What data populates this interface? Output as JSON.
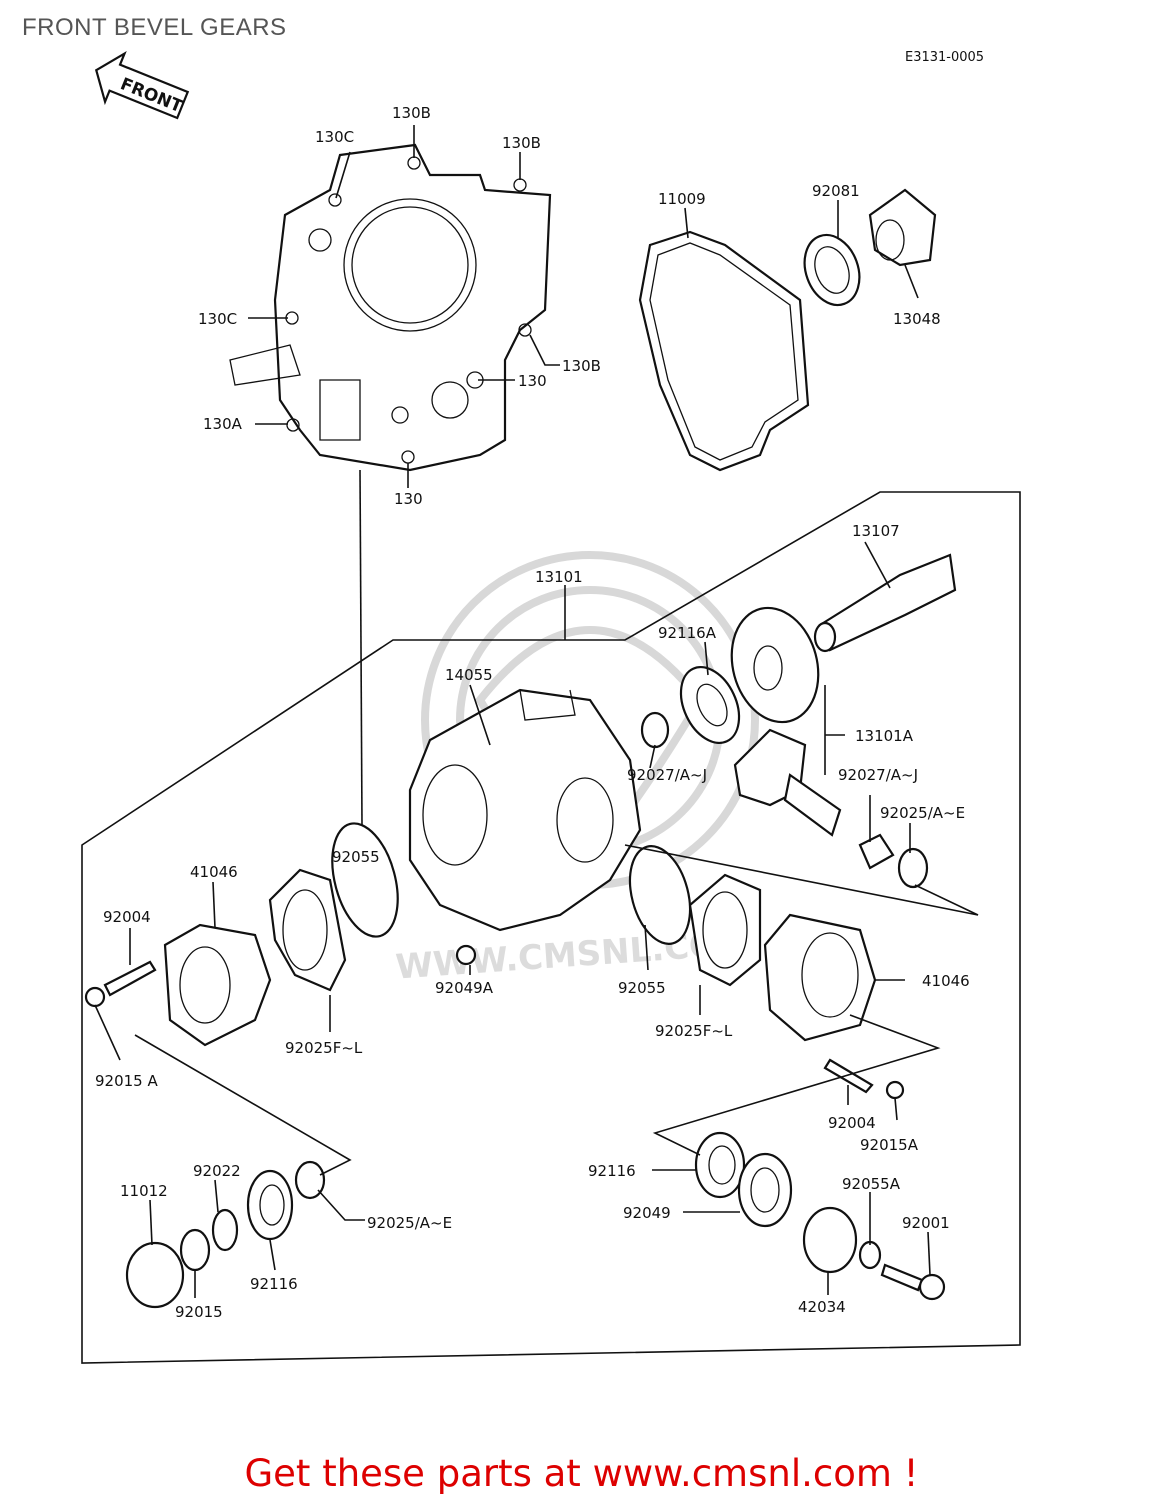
{
  "page": {
    "title": "FRONT BEVEL GEARS",
    "diagram_code": "E3131-0005",
    "front_arrow": "FRONT",
    "watermark": "WWW.CMSNL.COM",
    "cta": "Get these parts at www.cmsnl.com !"
  },
  "labels": {
    "p130B_a": "130B",
    "p130C_a": "130C",
    "p130B_b": "130B",
    "p130C_b": "130C",
    "p130B_c": "130B",
    "p130_a": "130",
    "p130A": "130A",
    "p130_b": "130",
    "p11009": "11009",
    "p92081": "92081",
    "p13048": "13048",
    "p13107": "13107",
    "p13101": "13101",
    "p92116A": "92116A",
    "p14055": "14055",
    "p13101A": "13101A",
    "p92027_a": "92027/A~J",
    "p92027_b": "92027/A~J",
    "p92025AE_a": "92025/A~E",
    "p92055_a": "92055",
    "p41046_a": "41046",
    "p92004_a": "92004",
    "p92025FL_a": "92025F~L",
    "p92015A_a": "92015 A",
    "p92049A": "92049A",
    "p92055_b": "92055",
    "p92025FL_b": "92025F~L",
    "p41046_b": "41046",
    "p92004_b": "92004",
    "p92015A_b": "92015A",
    "p11012": "11012",
    "p92022": "92022",
    "p92025AE_b": "92025/A~E",
    "p92116_a": "92116",
    "p92015": "92015",
    "p92116_b": "92116",
    "p92049": "92049",
    "p92055A": "92055A",
    "p92001": "92001",
    "p42034": "42034"
  }
}
